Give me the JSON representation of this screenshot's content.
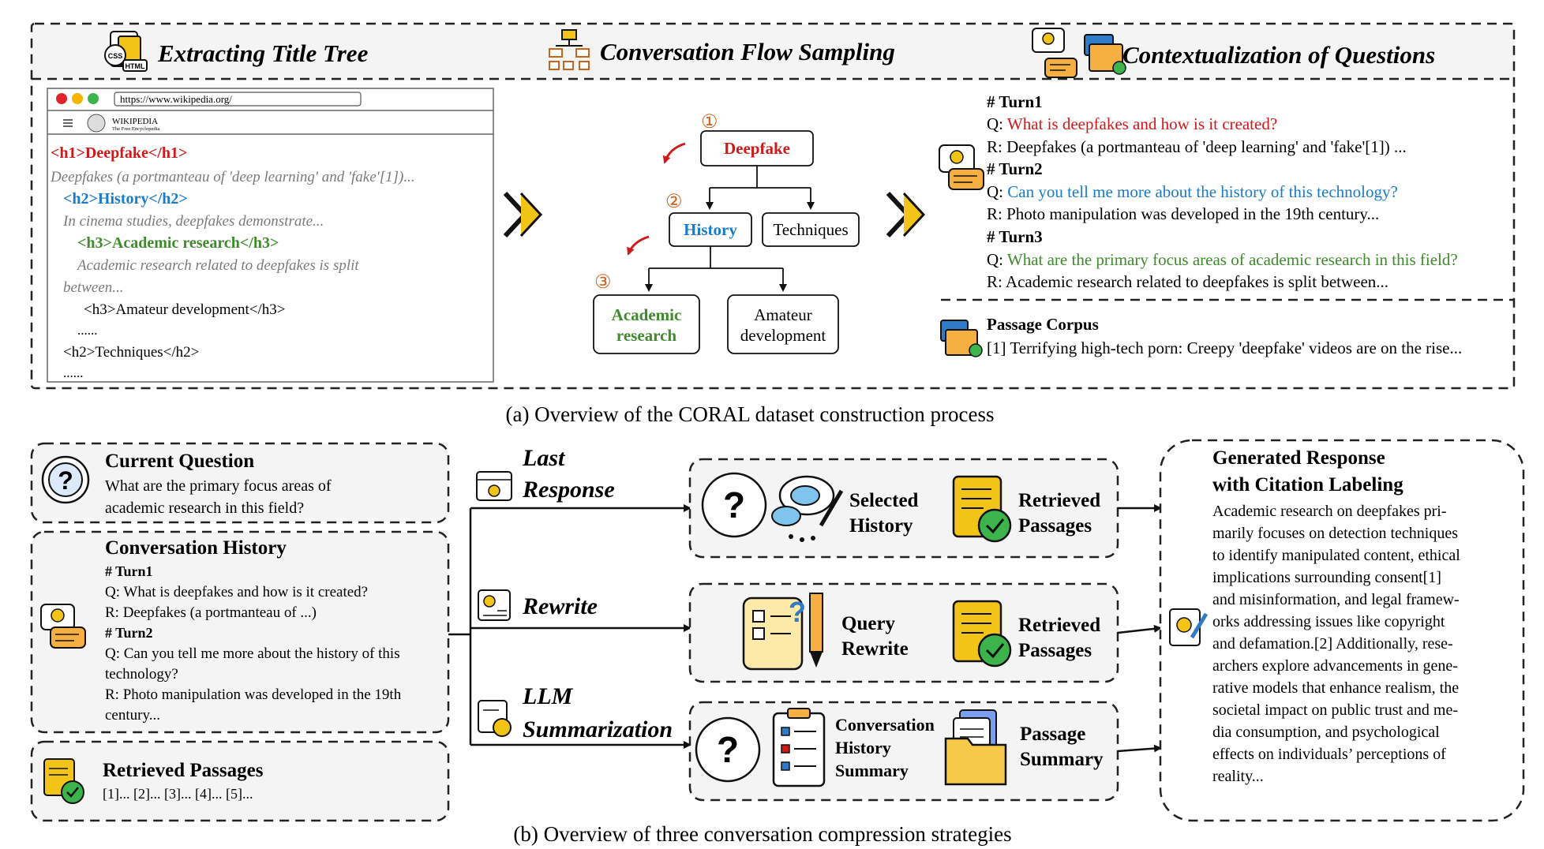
{
  "colors": {
    "red": "#d0191b",
    "blue": "#1a7bc8",
    "green": "#3e8a2c",
    "gray": "#7a7a7a",
    "orange": "#c8641e",
    "yellow": "#f2c418",
    "panel": "#f1f1f1",
    "dash": "#222222"
  },
  "partA": {
    "header": {
      "title_tree": "Extracting Title Tree",
      "flow_sampling": "Conversation Flow Sampling",
      "contextualization": "Contextualization of Questions"
    },
    "browser": {
      "url": "https://www.wikipedia.org/",
      "logo_name": "WIKIPEDIA",
      "logo_tag": "The Free Encyclopedia",
      "lines": [
        "<h1>Deepfake</h1>",
        "Deepfakes (a portmanteau of 'deep learning' and 'fake'[1])...",
        "<h2>History</h2>",
        "In cinema studies, deepfakes demonstrate...",
        "<h3>Academic research</h3>",
        "Academic research related to deepfakes is split",
        "between...",
        "<h3>Amateur development</h3>",
        "......",
        "<h2>Techniques</h2>",
        "......"
      ]
    },
    "tree": {
      "step1": "①",
      "step2": "②",
      "step3": "③",
      "root": "Deepfake",
      "history": "History",
      "techniques": "Techniques",
      "academic": [
        "Academic",
        "research"
      ],
      "amateur": [
        "Amateur",
        "development"
      ]
    },
    "turns": [
      {
        "title": "# Turn1",
        "q_prefix": "Q: ",
        "q": "What is deepfakes and how is it created?",
        "r": "R: Deepfakes (a portmanteau of 'deep learning' and 'fake'[1]) ..."
      },
      {
        "title": "# Turn2",
        "q_prefix": "Q: ",
        "q": "Can you tell me more about the history of this technology?",
        "r": "R: Photo manipulation was developed in the 19th century..."
      },
      {
        "title": "# Turn3",
        "q_prefix": "Q: ",
        "q": "What are the primary focus areas of academic research in this field?",
        "r": "R: Academic research related to deepfakes is split between..."
      }
    ],
    "corpus": {
      "title": "Passage Corpus",
      "text": "[1] Terrifying high-tech porn: Creepy 'deepfake' videos are on the rise..."
    },
    "caption": "(a) Overview of the CORAL dataset construction process"
  },
  "partB": {
    "current_question": {
      "title": "Current Question",
      "lines": [
        "What are the primary focus areas of",
        "academic research in this field?"
      ]
    },
    "history": {
      "title": "Conversation History",
      "lines": [
        "# Turn1",
        "Q: What is deepfakes and how is it created?",
        "R: Deepfakes (a portmanteau of ...)",
        "# Turn2",
        "Q: Can you tell me more about the history of this",
        "technology?",
        "R: Photo manipulation was developed in the 19th",
        "century..."
      ]
    },
    "retrieved": {
      "title": "Retrieved Passages",
      "text": "[1]...  [2]... [3]... [4]... [5]..."
    },
    "strategies": {
      "last_response": [
        "Last",
        "Response"
      ],
      "rewrite": "Rewrite",
      "llm_summarization": [
        "LLM",
        "Summarization"
      ]
    },
    "row1": {
      "left": [
        "Selected",
        "History"
      ],
      "right": [
        "Retrieved",
        "Passages"
      ]
    },
    "row2": {
      "left": [
        "Query",
        "Rewrite"
      ],
      "right": [
        "Retrieved",
        "Passages"
      ]
    },
    "row3": {
      "left": [
        "Conversation",
        "History",
        "Summary"
      ],
      "right": [
        "Passage",
        "Summary"
      ]
    },
    "generated": {
      "title": [
        "Generated Response",
        "with Citation Labeling"
      ],
      "lines": [
        "Academic research on deepfakes pri-",
        "marily focuses on detection techniques",
        "to identify manipulated content, ethical",
        "implications surrounding consent[1]",
        "and misinformation, and legal framew-",
        "orks addressing issues like copyright",
        "and defamation.[2] Additionally, rese-",
        "archers explore advancements in gene-",
        "rative models that enhance realism, the",
        "societal impact on public trust and me-",
        "dia consumption, and psychological",
        "effects on individuals’ perceptions of",
        "reality..."
      ]
    },
    "caption": "(b) Overview of three conversation compression strategies"
  }
}
